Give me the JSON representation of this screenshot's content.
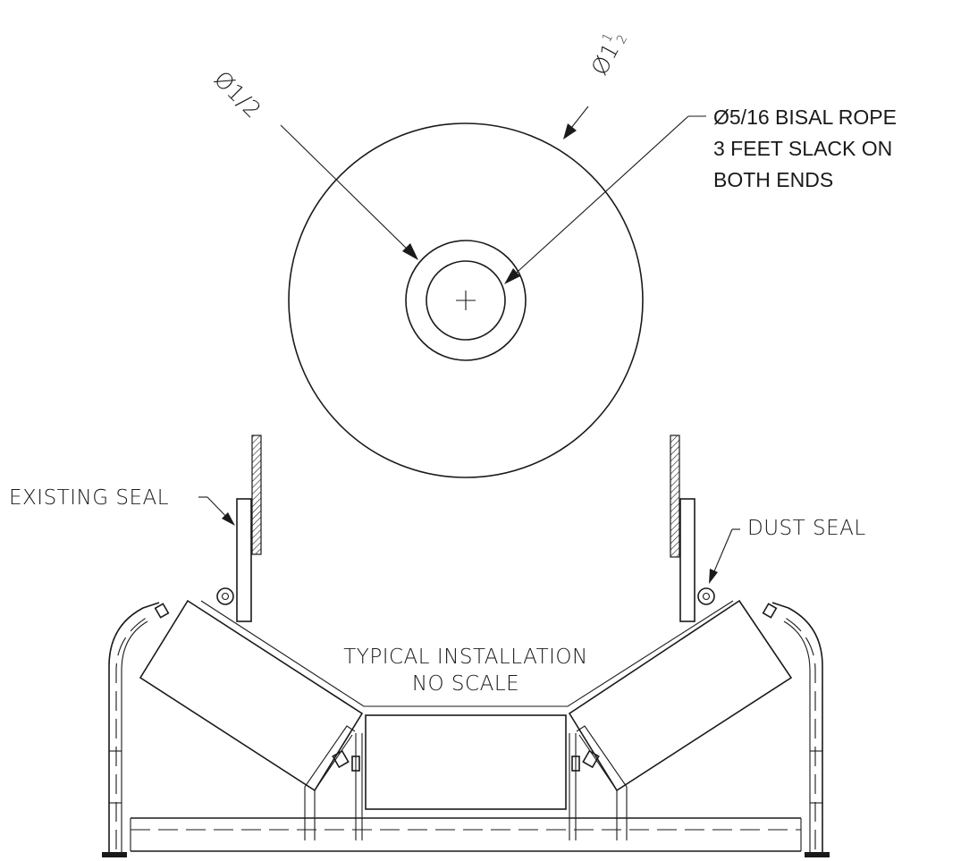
{
  "labels": {
    "dim_inner": "Ø1/2",
    "dim_outer_prefix": "Ø1",
    "dim_outer_frac_top": "1",
    "dim_outer_frac_bottom": "2",
    "rope_line1": "Ø5/16 BISAL ROPE",
    "rope_line2": "3 FEET SLACK ON",
    "rope_line3": "BOTH ENDS",
    "existing_seal": "EXISTING SEAL",
    "dust_seal": "DUST SEAL",
    "title_line1": "TYPICAL INSTALLATION",
    "title_line2": "NO SCALE"
  }
}
